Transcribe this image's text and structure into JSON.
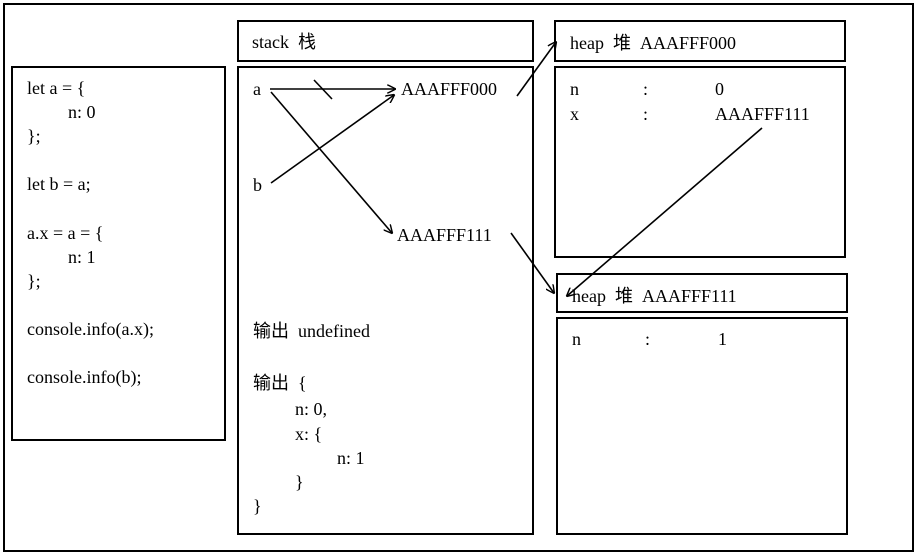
{
  "code": {
    "lines": [
      "let a = {",
      "n: 0",
      "};",
      "let b = a;",
      "a.x = a = {",
      "n: 1",
      "};",
      "console.info(a.x);",
      "console.info(b);"
    ]
  },
  "stack": {
    "title": "stack  栈",
    "var_a": "a",
    "var_b": "b",
    "addr1": "AAAFFF000",
    "addr2": "AAAFFF111",
    "output1": "输出  undefined",
    "output2_lines": [
      "输出  {",
      "n: 0,",
      "x: {",
      "n: 1",
      "}",
      "}"
    ]
  },
  "heap1": {
    "title": "heap  堆  AAAFFF000",
    "rows": [
      {
        "key": "n",
        "sep": ":",
        "value": "0"
      },
      {
        "key": "x",
        "sep": ":",
        "value": "AAAFFF111"
      }
    ]
  },
  "heap2": {
    "title": "heap  堆  AAAFFF111",
    "rows": [
      {
        "key": "n",
        "sep": ":",
        "value": "1"
      }
    ]
  }
}
